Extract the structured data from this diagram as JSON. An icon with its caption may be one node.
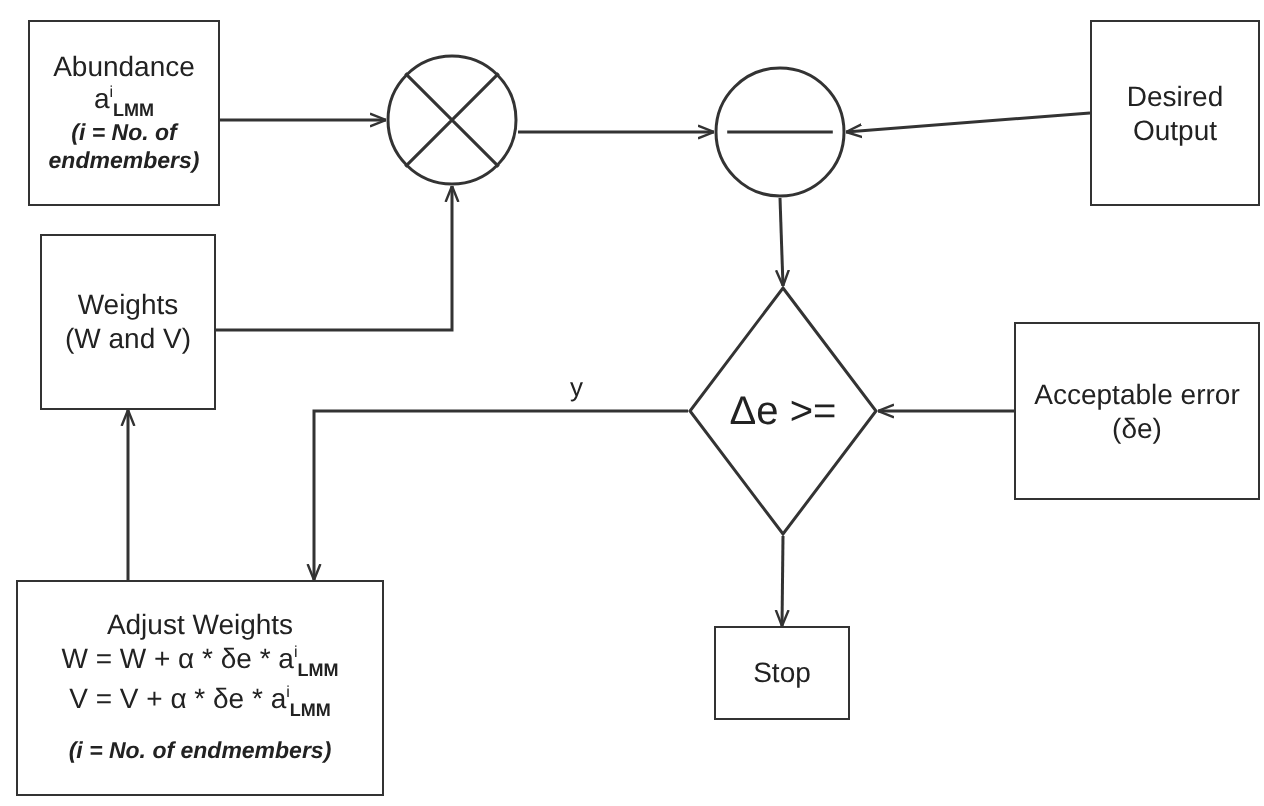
{
  "diagram": {
    "nodes": [
      {
        "text": [
          "Abundance",
          "a$^{i}$$_{LMM}$",
          "(i = No. of endmembers)"
        ]
      },
      {
        "text": [],
        "shape": "circle"
      },
      {
        "text": [],
        "shape": "circle"
      },
      {
        "text": [
          "Desired Output"
        ]
      },
      {
        "text": [
          "Weights (W and V)"
        ]
      },
      {
        "text": [
          "Δe >="
        ]
      },
      {
        "text": [
          "Acceptable error (δe)"
        ]
      },
      {
        "text": [
          "Adjust Weights",
          "W = W + α * δe * a$^{i}$$_{LMM}$",
          "V = V + α * δe * a$^{i}$$_{LMM}$",
          "(i = No. of endmembers)"
        ]
      },
      {
        "text": [
          "Stop"
        ]
      }
    ],
    "edges": [
      {
        "from": 0,
        "to": 1,
        "arrow": "to"
      },
      {
        "from": 4,
        "to": 1,
        "arrow": "to"
      },
      {
        "from": 1,
        "to": 2,
        "arrow": "to"
      },
      {
        "from": 3,
        "to": 2,
        "arrow": "to"
      },
      {
        "from": 2,
        "to": 5,
        "arrow": "to"
      },
      {
        "from": 6,
        "to": 5,
        "arrow": "to"
      },
      {
        "from": 5,
        "to": 7,
        "arrow": "to",
        "label": "y"
      },
      {
        "from": 7,
        "to": 4,
        "arrow": "to"
      },
      {
        "from": 5,
        "to": 8,
        "arrow": "to"
      }
    ]
  }
}
